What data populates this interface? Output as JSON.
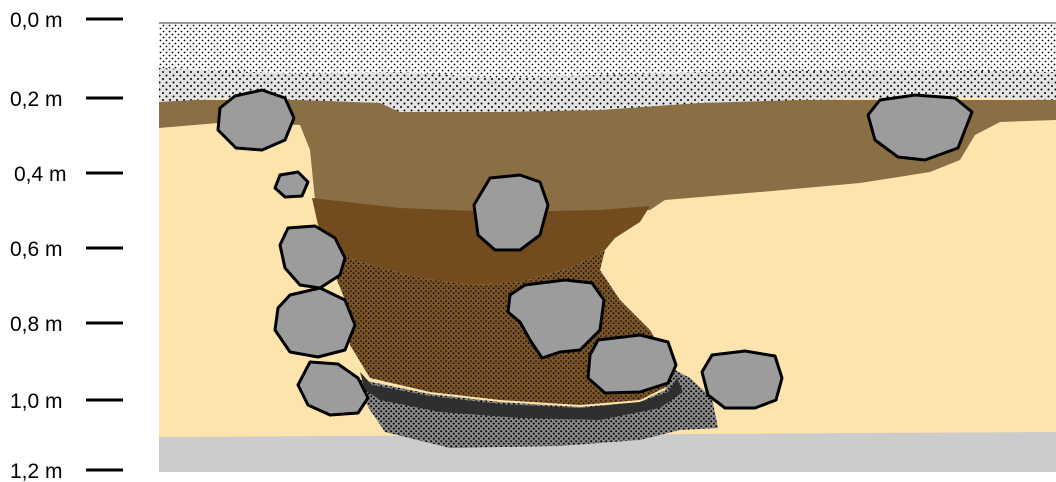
{
  "depth_scale": {
    "labels": [
      "0,0 m",
      "0,2 m",
      "0,4 m",
      "0,6 m",
      "0,8 m",
      "1,0 m",
      "1,2 m"
    ]
  },
  "colors": {
    "topsoil_dotted": "#ffffff",
    "subsoil_dotted": "#e6e6e6",
    "fill_upper_brown": "#8a6e44",
    "fill_middle_brown": "#724c1e",
    "fill_lower_speckled": "#6e4a22",
    "dark_band": "#333333",
    "gravel_base": "#7d7d7d",
    "natural_sand": "#fde4ad",
    "bedrock_grey": "#cccccc",
    "stones": "#9c9c9c"
  }
}
